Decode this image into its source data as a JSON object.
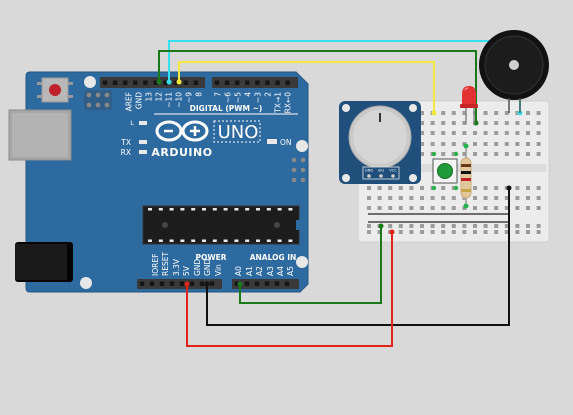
{
  "colors": {
    "background": "#d9d9d9",
    "board": "#2d6aa0",
    "board_dark": "#1f4f7a",
    "wire_cyan": "#36e0f0",
    "wire_green": "#1a7a1a",
    "wire_yellow": "#f2ea3c",
    "wire_red": "#e2231a",
    "wire_black": "#111111",
    "breadboard": "#ececec",
    "led_red": "#e33030",
    "button_green": "#1f9a3a"
  },
  "board": {
    "brand": "ARDUINO",
    "model": "UNO",
    "digital_header": "DIGITAL (PWM ~)",
    "power_header": "POWER",
    "analog_header": "ANALOG IN",
    "on_label": "ON",
    "tx_label": "TX",
    "rx_label": "RX",
    "l_label": "L",
    "digital_pins": [
      "AREF",
      "GND",
      "13",
      "12",
      "~11",
      "~10",
      "~9",
      "8",
      "7",
      "~6",
      "~5",
      "4",
      "~3",
      "2",
      "TX→1",
      "RX←0"
    ],
    "power_pins": [
      "IOREF",
      "RESET",
      "3.3V",
      "5V",
      "GND",
      "GND",
      "Vin"
    ],
    "analog_pins": [
      "A0",
      "A1",
      "A2",
      "A3",
      "A4",
      "A5"
    ]
  },
  "potentiometer": {
    "pins": [
      "GND",
      "SIG",
      "VCC"
    ]
  },
  "components": {
    "icons": [
      "potentiometer-icon",
      "buzzer-icon",
      "led-icon",
      "resistor-icon",
      "pushbutton-icon",
      "breadboard-icon",
      "usb-port-icon",
      "power-jack-icon",
      "reset-button-icon",
      "chip-icon"
    ]
  }
}
